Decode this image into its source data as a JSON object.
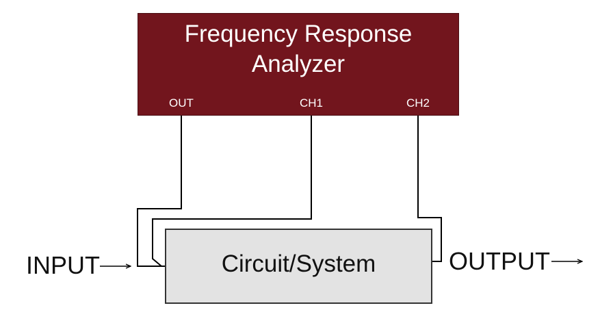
{
  "colors": {
    "analyzer_fill": "#72151d",
    "circuit_fill": "#e3e3e3",
    "wire": "#000000"
  },
  "analyzer": {
    "title_line1": "Frequency Response",
    "title_line2": "Analyzer",
    "ports": {
      "out": "OUT",
      "ch1": "CH1",
      "ch2": "CH2"
    }
  },
  "circuit": {
    "label": "Circuit/System"
  },
  "io": {
    "input_label": "INPUT",
    "output_label": "OUTPUT"
  }
}
